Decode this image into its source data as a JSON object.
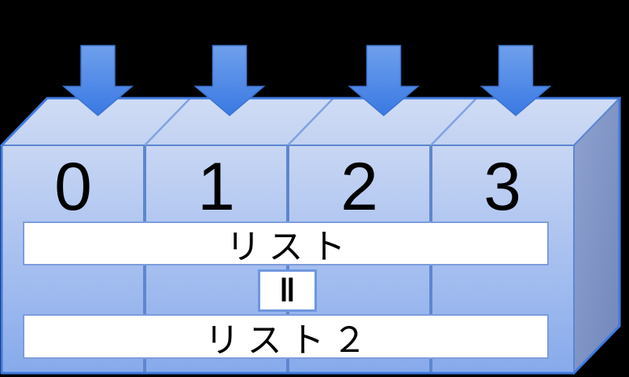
{
  "canvas": {
    "background": "#000000"
  },
  "arrows": {
    "icon": "down-arrow-icon",
    "count": 4,
    "color_top": "#6FA0EC",
    "color_bottom": "#3A79E3",
    "edge_color": "#3D73CC"
  },
  "cube": {
    "cells": [
      "0",
      "1",
      "2",
      "3"
    ],
    "colors": {
      "front_top": "#C8D6F3",
      "front_bottom": "#87AAEC",
      "top_face_light": "#D0DCF5",
      "top_face_dark": "#C2D2F1",
      "side_top": "#8FA2D0",
      "side_bottom": "#7186BB",
      "outer_edge": "#3F7ADF",
      "inner_edge": "#5C86D0",
      "divider": "#5E86CE",
      "top_divider": "#7FA3E0"
    }
  },
  "labels": {
    "list1": "リスト",
    "equals": "‖",
    "list2": "リスト２"
  }
}
